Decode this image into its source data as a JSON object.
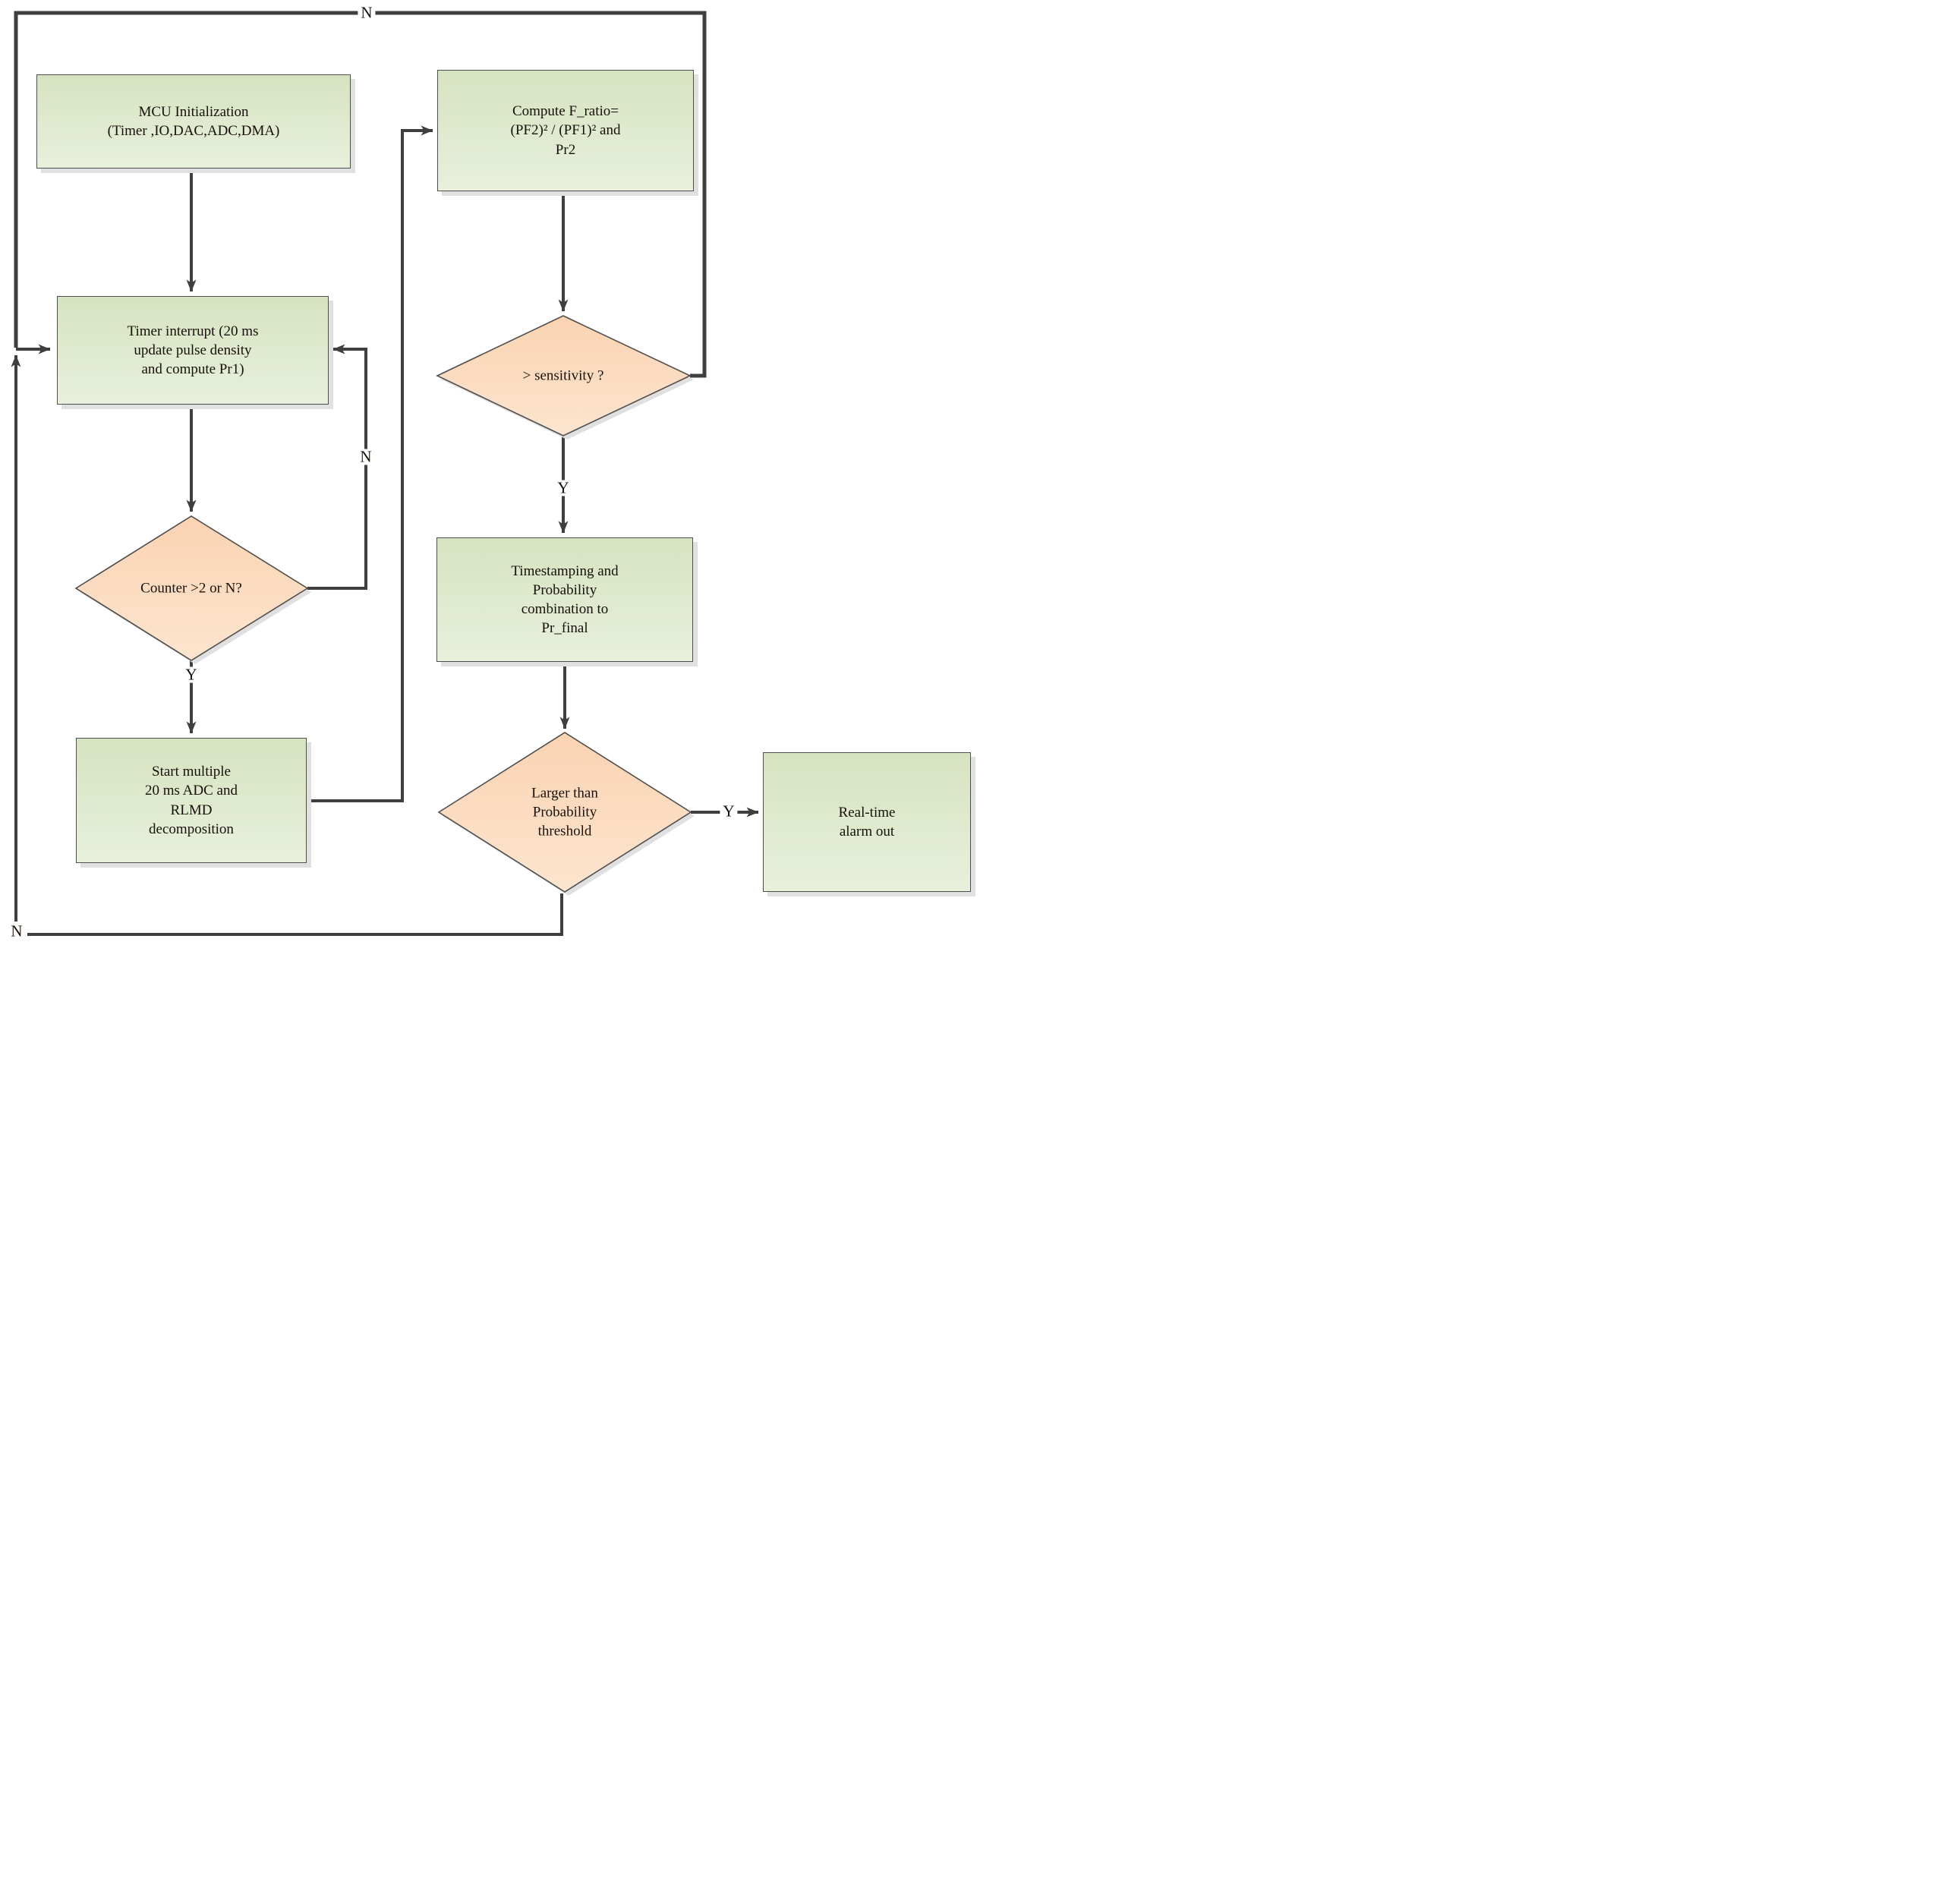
{
  "diagram": {
    "type": "flowchart",
    "nodes": {
      "mcu_init": {
        "shape": "process",
        "label": "MCU Initialization\n(Timer ,IO,DAC,ADC,DMA)"
      },
      "timer_interrupt": {
        "shape": "process",
        "label": "Timer interrupt (20 ms\nupdate pulse density\nand compute Pr1)"
      },
      "counter_check": {
        "shape": "decision",
        "label": "Counter >2 or N?"
      },
      "start_adc": {
        "shape": "process",
        "label": "Start multiple\n20 ms ADC and\nRLMD\ndecomposition"
      },
      "compute_fratio": {
        "shape": "process",
        "label": "Compute F_ratio=\n(PF2)² / (PF1)² and\nPr2"
      },
      "sensitivity_check": {
        "shape": "decision",
        "label": "> sensitivity ?"
      },
      "timestamping": {
        "shape": "process",
        "label": "Timestamping and\nProbability\ncombination to\nPr_final"
      },
      "threshold_check": {
        "shape": "decision",
        "label": "Larger than\nProbability\nthreshold"
      },
      "alarm_out": {
        "shape": "process",
        "label": "Real-time\nalarm out"
      }
    },
    "edge_labels": {
      "top_n": "N",
      "loop_n": "N",
      "counter_y": "Y",
      "sensitivity_y": "Y",
      "threshold_y": "Y",
      "bottom_n": "N"
    },
    "colors": {
      "process_fill_top": "#d6e3c0",
      "process_fill_bottom": "#e8f0dc",
      "decision_fill_top": "#fad3b2",
      "decision_fill_bottom": "#fde5cf",
      "line": "#3f3f3f",
      "border": "#4f4f4f",
      "shadow": "#e0e0e0",
      "text": "#171008"
    }
  }
}
